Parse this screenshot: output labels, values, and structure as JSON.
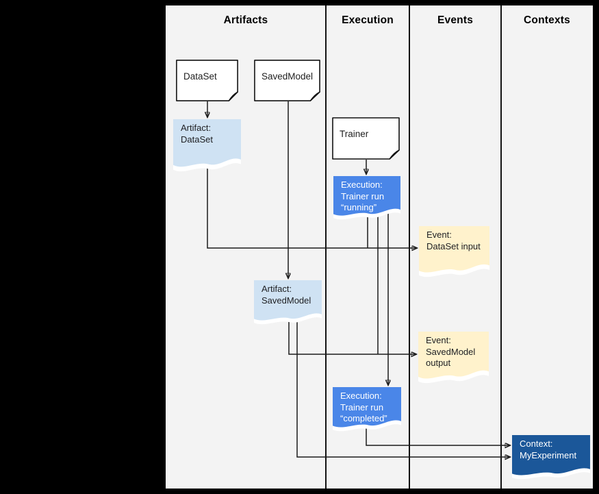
{
  "diagram": {
    "columns": [
      {
        "label": "Artifacts"
      },
      {
        "label": "Execution"
      },
      {
        "label": "Events"
      },
      {
        "label": "Contexts"
      }
    ],
    "nodes": {
      "dataset": {
        "label": "DataSet",
        "type": "artifact-type-document"
      },
      "savedmodel": {
        "label": "SavedModel",
        "type": "artifact-type-document"
      },
      "trainer": {
        "label": "Trainer",
        "type": "execution-type-document"
      },
      "artifact_dataset": {
        "label": "Artifact:\nDataSet",
        "type": "artifact"
      },
      "artifact_savedmodel": {
        "label": "Artifact:\nSavedModel",
        "type": "artifact"
      },
      "execution_running": {
        "label": "Execution:\nTrainer run\n“running”",
        "type": "execution"
      },
      "execution_completed": {
        "label": "Execution:\nTrainer run\n“completed”",
        "type": "execution"
      },
      "event_dataset_input": {
        "label": "Event:\nDataSet input",
        "type": "event"
      },
      "event_savedmodel_output": {
        "label": "Event:\nSavedModel\noutput",
        "type": "event"
      },
      "context_myexperiment": {
        "label": "Context:\nMyExperiment",
        "type": "context"
      }
    },
    "colors": {
      "frame_bg": "#000000",
      "canvas_bg": "#f3f3f3",
      "doc_fill": "#ffffff",
      "artifact_fill": "#cfe2f3",
      "execution_fill": "#4a86e8",
      "event_fill": "#fff2cc",
      "context_fill": "#1b5799",
      "line_color": "#1a1a1a"
    }
  }
}
